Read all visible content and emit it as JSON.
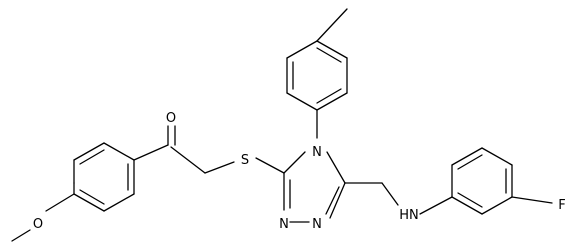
{
  "atoms": {
    "O_carbonyl": "O",
    "S": "S",
    "N_ring": "N",
    "N_ring_lower_left": "N",
    "N_ring_lower_right": "N",
    "NH": "HN",
    "F": "F",
    "O_methoxy": "O"
  },
  "colors": {
    "bond": "#000000",
    "label": "#000000",
    "background": "#ffffff"
  }
}
